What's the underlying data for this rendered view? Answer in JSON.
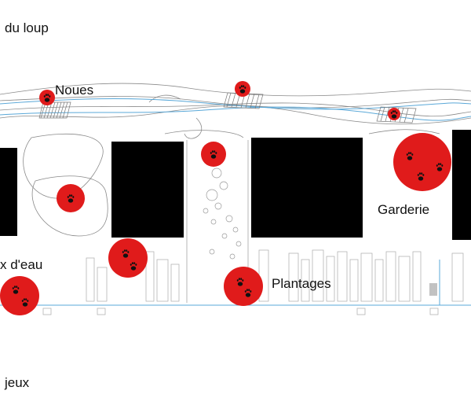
{
  "labels": {
    "top_partial": "du loup",
    "noues": "Noues",
    "garderie": "Garderie",
    "water_partial": "x d'eau",
    "plantages": "Plantages",
    "bottom_partial": "jeux"
  },
  "icons": {
    "marker": "wolf-paw-icon",
    "marker_count": 12
  },
  "colors": {
    "marker_fill": "#e01b1b",
    "paw": "#111111",
    "building": "#000000",
    "water_line": "#5aa8d8",
    "linework": "#8a8a8a"
  }
}
